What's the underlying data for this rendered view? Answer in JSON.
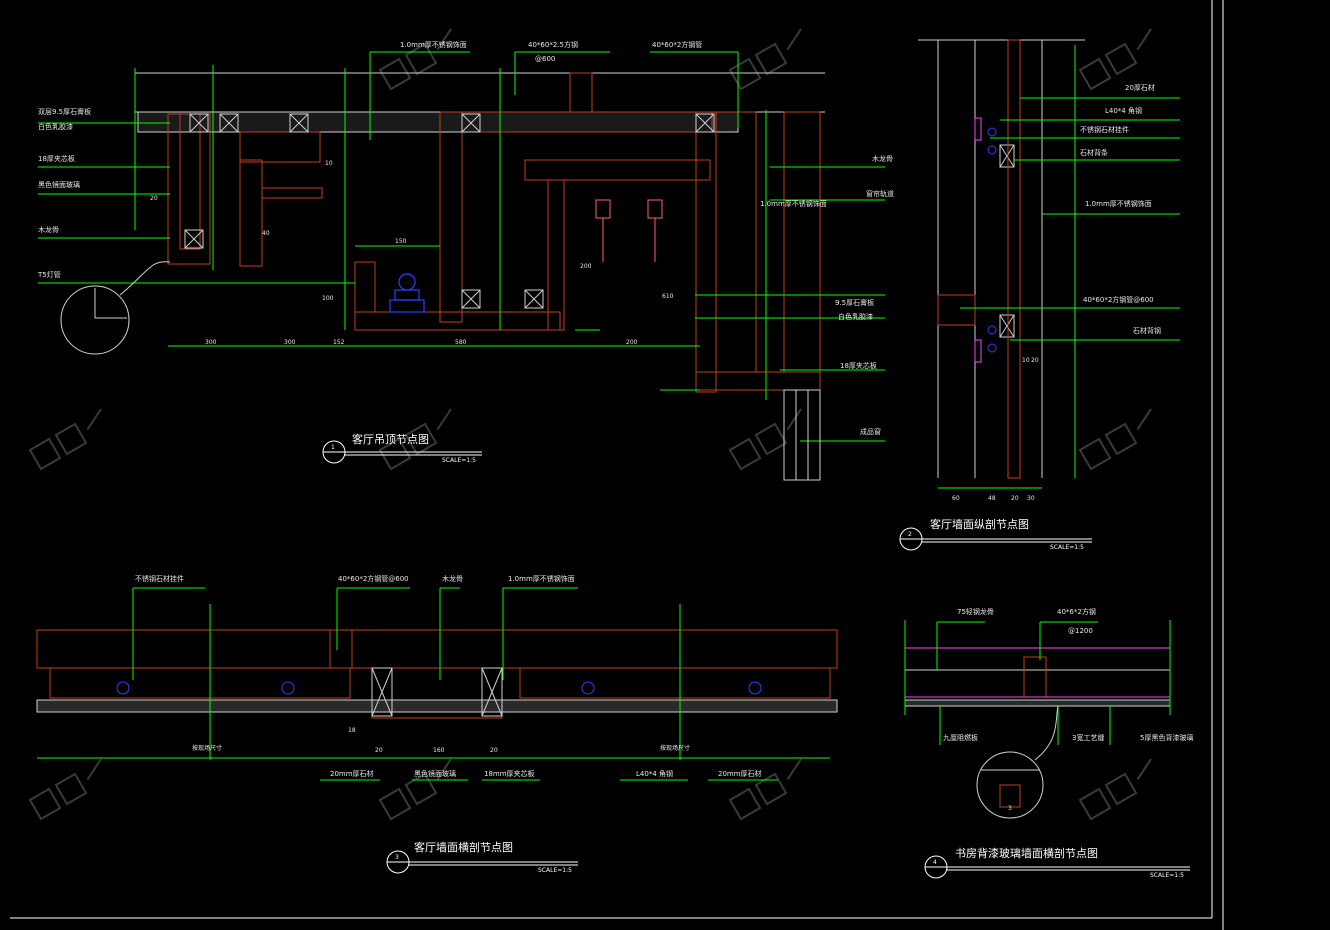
{
  "drawing": {
    "colors": {
      "background": "#000000",
      "frame": "#ffffff",
      "leader": "#00ff00",
      "structure": "#c04020",
      "finish": "#d0d0d0",
      "fixture": "#2a40ff",
      "hanger": "#ff6060",
      "glass": "#ff40ff"
    },
    "watermark": "知乎",
    "detail1": {
      "title": "客厅吊顶节点图",
      "number": "1",
      "scale": "SCALE=1:5",
      "labels": {
        "top1": "1.0mm厚不锈钢饰面",
        "top2": "40*60*2.5方钢",
        "top2b": "@600",
        "top3": "40*60*2方钢管",
        "left1": "双层9.5厚石膏板",
        "left1b": "白色乳胶漆",
        "left2": "18厚夹芯板",
        "left3": "黑色镜面玻璃",
        "left4": "木龙骨",
        "left5": "T5灯管",
        "right1": "木龙骨",
        "right2": "窗帘轨道",
        "right3": "1.0mm厚不锈钢饰面",
        "right4": "9.5厚石膏板",
        "right4b": "白色乳胶漆",
        "right5": "18厚夹芯板",
        "right6": "成品窗"
      },
      "dims": {
        "d1": "300",
        "d2": "300",
        "d3": "152",
        "d4": "580",
        "d5": "200",
        "v1": "20",
        "v2": "10",
        "v3": "40",
        "v4": "150",
        "v5": "200",
        "v6": "610",
        "v7": "100"
      }
    },
    "detail2": {
      "title": "客厅墙面纵剖节点图",
      "number": "2",
      "scale": "SCALE=1:5",
      "labels": {
        "r1": "20厚石材",
        "r2": "L40*4 角钢",
        "r3": "不锈钢石材挂件",
        "r4": "石材背条",
        "r5": "1.0mm厚不锈钢饰面",
        "r6": "40*60*2方钢管@600",
        "r7": "石材背钢"
      },
      "dims": {
        "b1": "60",
        "b2": "48",
        "b3": "20",
        "b4": "30",
        "s1": "10",
        "s2": "20"
      }
    },
    "detail3": {
      "title": "客厅墙面横剖节点图",
      "number": "3",
      "scale": "SCALE=1:5",
      "labels": {
        "t1": "不锈钢石材挂件",
        "t2": "40*60*2方钢管@600",
        "t3": "木龙骨",
        "t4": "1.0mm厚不锈钢饰面",
        "b1": "20mm厚石材",
        "b2": "黑色镜面玻璃",
        "b3": "18mm厚夹芯板",
        "b4": "L40*4 角钢",
        "b5": "20mm厚石材",
        "m1": "按现场尺寸",
        "m2": "按现场尺寸"
      },
      "dims": {
        "d1": "20",
        "d2": "160",
        "d3": "20",
        "v1": "18"
      }
    },
    "detail4": {
      "title": "书房背漆玻璃墙面横剖节点图",
      "number": "4",
      "scale": "SCALE=1:5",
      "labels": {
        "t1": "75轻钢龙骨",
        "t2": "40*6*2方钢",
        "t2b": "@1200",
        "b1": "九厘阻燃板",
        "b2": "3宽工艺缝",
        "b3": "5厚黑色背漆玻璃"
      },
      "dims": {
        "s1": "3"
      }
    }
  }
}
